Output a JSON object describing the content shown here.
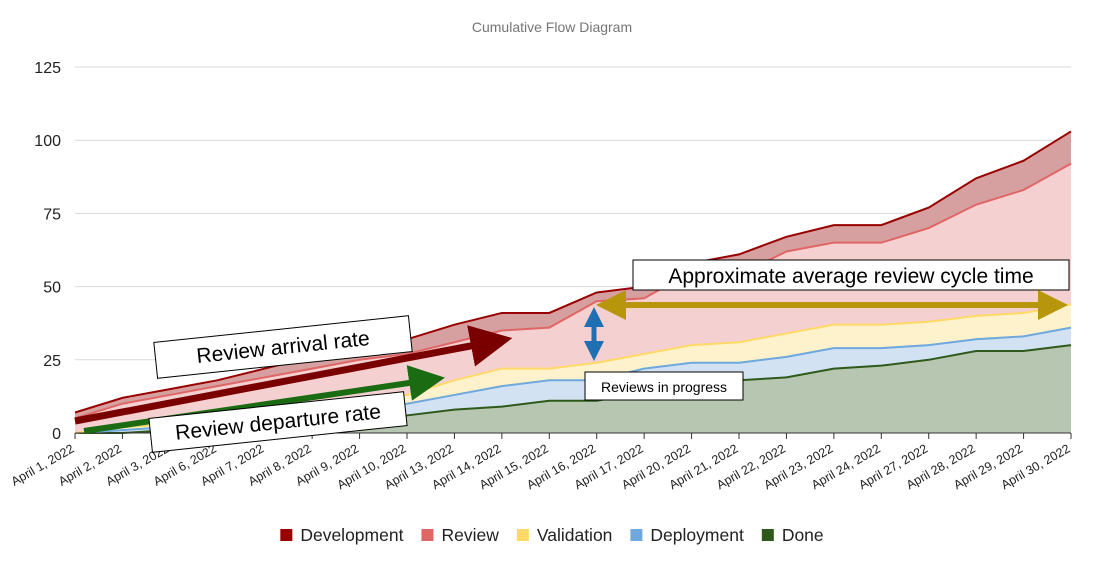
{
  "chart_data": {
    "type": "area",
    "stacked": true,
    "title": "Cumulative Flow Diagram",
    "xlabel": "",
    "ylabel": "",
    "ylim": [
      0,
      125
    ],
    "yticks": [
      0,
      25,
      50,
      75,
      100,
      125
    ],
    "grid": true,
    "legend_position": "bottom",
    "categories": [
      "April 1, 2022",
      "April 2, 2022",
      "April 3, 2022",
      "April 6, 2022",
      "April 7, 2022",
      "April 8, 2022",
      "April 9, 2022",
      "April 10, 2022",
      "April 13, 2022",
      "April 14, 2022",
      "April 15, 2022",
      "April 16, 2022",
      "April 17, 2022",
      "April 20, 2022",
      "April 21, 2022",
      "April 22, 2022",
      "April 23, 2022",
      "April 24, 2022",
      "April 27, 2022",
      "April 28, 2022",
      "April 29, 2022",
      "April 30, 2022"
    ],
    "series": [
      {
        "name": "Done",
        "color": "#2d5a1b",
        "fill": "#b7c6b0",
        "values": [
          0,
          0,
          1,
          2,
          3,
          4,
          5,
          6,
          8,
          9,
          11,
          11,
          14,
          15,
          18,
          19,
          22,
          23,
          25,
          28,
          28,
          30
        ]
      },
      {
        "name": "Deployment",
        "color": "#6fa8dc",
        "fill": "#d3e2f2",
        "values": [
          0,
          1,
          1,
          1,
          1,
          2,
          3,
          4,
          5,
          7,
          7,
          7,
          8,
          9,
          6,
          7,
          7,
          6,
          5,
          4,
          5,
          6
        ]
      },
      {
        "name": "Validation",
        "color": "#ffd966",
        "fill": "#fdf2cc",
        "values": [
          0,
          1,
          1,
          2,
          2,
          2,
          2,
          3,
          5,
          6,
          4,
          6,
          5,
          6,
          7,
          8,
          8,
          8,
          8,
          8,
          8,
          8
        ]
      },
      {
        "name": "Review",
        "color": "#e06666",
        "fill": "#f4d0d0",
        "values": [
          5,
          8,
          10,
          11,
          13,
          14,
          15,
          14,
          13,
          13,
          14,
          21,
          19,
          25,
          23,
          28,
          28,
          28,
          32,
          38,
          42,
          48
        ]
      },
      {
        "name": "Development",
        "color": "#990000",
        "fill": "#d6a0a0",
        "values": [
          2,
          2,
          2,
          2,
          3,
          4,
          5,
          5,
          6,
          6,
          5,
          3,
          4,
          3,
          7,
          5,
          6,
          6,
          7,
          9,
          10,
          11
        ]
      }
    ],
    "annotations": {
      "arrival": "Review arrival rate",
      "departure": "Review departure rate",
      "cycle": "Approximate average review cycle time",
      "wip": "Reviews in progress"
    }
  }
}
